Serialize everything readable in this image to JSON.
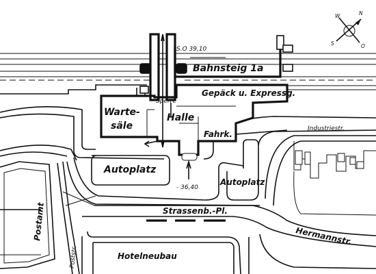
{
  "labels": {
    "bahnsteig": "Bahnsteig 1a",
    "level_top": "S.O 39,10",
    "gepaeck": "Gepäck u. Expressg.",
    "sperre": "Sperre",
    "halle": "Halle",
    "warte": "Warte-",
    "saele": "säle",
    "fahrk": "Fahrk.",
    "industriestr": "Jndustriestr.",
    "autoplatz_left": "Autoplatz",
    "autoplatz_right": "Autoplatz",
    "level_bottom": "- 36,40",
    "strassenbahn": "Strassenb.-Pl.",
    "postamt": "Postamt",
    "poststr": "Poststr.",
    "hermannstr": "Hermannstr.",
    "hotel": "Hotelneubau"
  },
  "compass": {
    "n": "N",
    "s": "S",
    "w": "W",
    "o": "O"
  }
}
